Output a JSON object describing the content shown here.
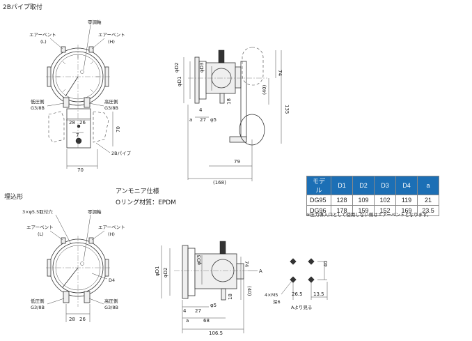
{
  "top": {
    "title": "2Bパイプ取付",
    "air_vent_l": "エアーベント",
    "air_vent_l_sub": "(L)",
    "zero_adjust": "零調軸",
    "air_vent_h": "エアーベント",
    "air_vent_h_sub": "(H)",
    "low_side": "低圧側",
    "low_side_port": "G3/8B",
    "high_side": "高圧側",
    "high_side_port": "G3/8B",
    "pipe_2b": "2Bパイプ",
    "dims": {
      "d28": "28",
      "d26": "26",
      "d7": "7",
      "d70v": "70",
      "d70h": "70",
      "phi_d1": "φD1",
      "phi_d2": "φD2",
      "phi_d3": "φD3",
      "d4": "4",
      "a": "a",
      "d27": "27",
      "phi5": "φ5",
      "d18": "18",
      "d74": "74",
      "d40": "(40)",
      "d135": "135",
      "d79": "79",
      "d168": "(168)"
    }
  },
  "ammonia": {
    "line1": "アンモニア仕様",
    "line2": "Oリング材質：EPDM"
  },
  "bottom": {
    "title": "埋込形",
    "mount_holes": "3×φ5.5取付穴",
    "zero_adjust": "零調軸",
    "air_vent_l": "エアーベント",
    "air_vent_l_sub": "(L)",
    "air_vent_h": "エアーベント",
    "air_vent_h_sub": "(H)",
    "low_side": "低圧側",
    "low_side_port": "G3/8B",
    "high_side": "高圧側",
    "high_side_port": "G3/8B",
    "d4_label": "D4",
    "dims": {
      "d28": "28",
      "d26": "26",
      "phi_d1": "φD1",
      "phi_d2": "φD2",
      "phi_d3": "φD3",
      "d4": "4",
      "d27": "27",
      "a": "a",
      "d68": "68",
      "d106": "106.5",
      "phi5": "φ5",
      "d18": "18",
      "d74": "74",
      "d40": "(40)",
      "arrow_a": "A",
      "m5": "4×M5",
      "depth": "深6",
      "d26_5": "26.5",
      "d13_5": "13.5",
      "d40b": "40",
      "view_a": "Aより見る"
    }
  },
  "table": {
    "headers": [
      "モデル",
      "D1",
      "D2",
      "D3",
      "D4",
      "a"
    ],
    "rows": [
      [
        "DG95",
        "128",
        "109",
        "102",
        "119",
        "21"
      ],
      [
        "DG96",
        "178",
        "159",
        "152",
        "169",
        "23.5"
      ]
    ],
    "header_color": "#1c6fb5",
    "note": "※圧力導入口として使用しない側はエアーベントとなります。"
  }
}
